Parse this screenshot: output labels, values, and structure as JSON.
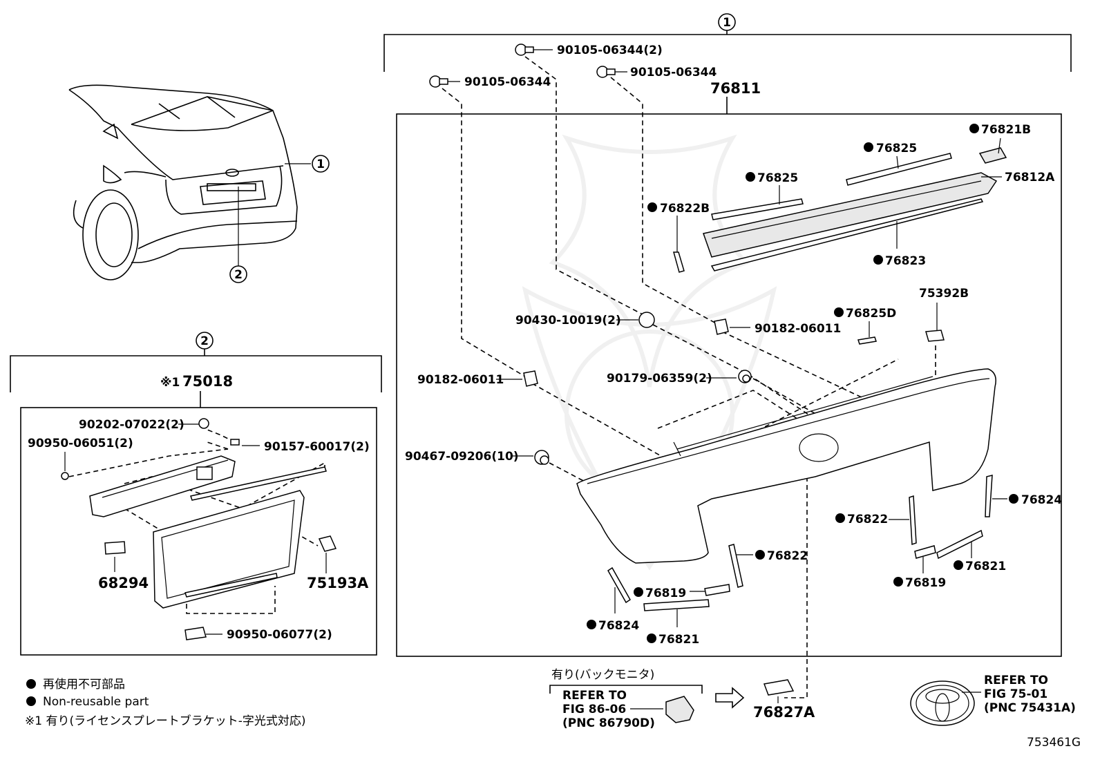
{
  "callouts": {
    "c1": "1",
    "c2": "2"
  },
  "assembly": {
    "p76811": "76811",
    "p90105_a": "90105-06344(2)",
    "p90105_b": "90105-06344",
    "p90105_c": "90105-06344",
    "p76821B": "76821B",
    "p76825_a": "76825",
    "p76825_b": "76825",
    "p76812A": "76812A",
    "p76822B": "76822B",
    "p76823": "76823",
    "p75392B": "75392B",
    "p76825D": "76825D",
    "p90430": "90430-10019(2)",
    "p90182_a": "90182-06011",
    "p90182_b": "90182-06011",
    "p90179": "90179-06359(2)",
    "p90467": "90467-09206(10)",
    "p76824_a": "76824",
    "p76822_a": "76822",
    "p76822_b": "76822",
    "p76819_a": "76819",
    "p76821_a": "76821",
    "p76824_b": "76824",
    "p76819_b": "76819",
    "p76821_b": "76821"
  },
  "plate": {
    "title_mark": "※1",
    "title": "75018",
    "p90202": "90202-07022(2)",
    "p90950_a": "90950-06051(2)",
    "p90157": "90157-60017(2)",
    "p68294": "68294",
    "p75193A": "75193A",
    "p90950_b": "90950-06077(2)"
  },
  "camera": {
    "header": "有り(バックモニタ)",
    "ref_line1": "REFER TO",
    "ref_line2": "FIG 86-06",
    "ref_line3": "(PNC 86790D)",
    "part": "76827A"
  },
  "emblem": {
    "ref_line1": "REFER TO",
    "ref_line2": "FIG 75-01",
    "ref_line3": "(PNC 75431A)"
  },
  "legend": {
    "line1": "再使用不可部品",
    "line2": "Non-reusable part",
    "line3": "※1 有り(ライセンスプレートブラケット-字光式対応)"
  },
  "figure_id": "753461G"
}
